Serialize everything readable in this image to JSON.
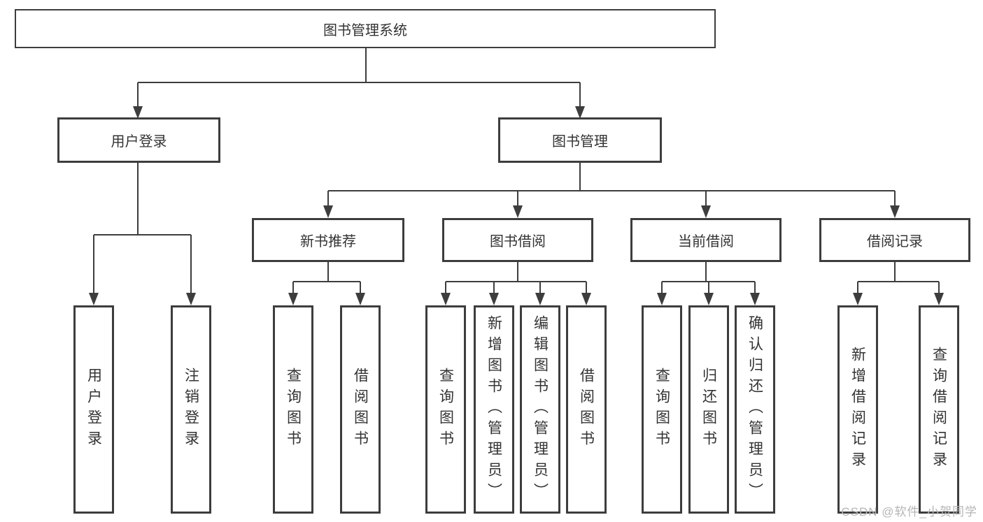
{
  "diagram": {
    "root": {
      "label": "图书管理系统"
    },
    "level1": [
      {
        "label": "用户登录"
      },
      {
        "label": "图书管理"
      }
    ],
    "level2": [
      {
        "label": "新书推荐"
      },
      {
        "label": "图书借阅"
      },
      {
        "label": "当前借阅"
      },
      {
        "label": "借阅记录"
      }
    ],
    "leaves": [
      {
        "label": "用户登录"
      },
      {
        "label": "注销登录"
      },
      {
        "label": "查询图书"
      },
      {
        "label": "借阅图书"
      },
      {
        "label": "查询图书"
      },
      {
        "label": "新增图书（管理员）"
      },
      {
        "label": "编辑图书（管理员）"
      },
      {
        "label": "借阅图书"
      },
      {
        "label": "查询图书"
      },
      {
        "label": "归还图书"
      },
      {
        "label": "确认归还（管理员）"
      },
      {
        "label": "新增借阅记录"
      },
      {
        "label": "查询借阅记录"
      }
    ]
  },
  "watermark": "CSDN @软件_小贺同学",
  "colors": {
    "line": "#3d3d3d",
    "border": "#3d3d3d",
    "text": "#333333",
    "watermark": "#b5b5b5",
    "bg": "#ffffff"
  }
}
